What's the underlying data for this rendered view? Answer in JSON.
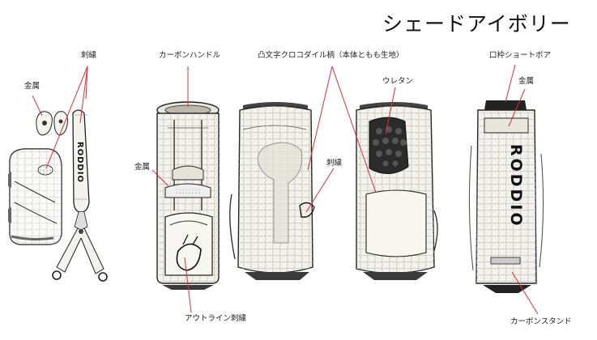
{
  "title": "シェードアイボリー",
  "labels": {
    "embroidery_top": "刺繍",
    "metal_left": "金属",
    "carbon_handle": "カーボンハンドル",
    "metal_front": "金属",
    "crocodile": "凸文字クロコダイル柄（本体ともも生地）",
    "urethane": "ウレタン",
    "embroidery_right": "刺繍",
    "mouth_boa": "口枠ショートボア",
    "metal_side": "金属",
    "outline_embroidery": "アウトライン刺繍",
    "carbon_stand": "カーボンスタンド"
  },
  "brand": "RODDIO",
  "colors": {
    "line": "#222222",
    "leader": "#d9303a",
    "body": "#f4f2ec",
    "grid": "#b8b5ad",
    "dark": "#3a3a3a",
    "cushion": "#2b2b2b"
  }
}
